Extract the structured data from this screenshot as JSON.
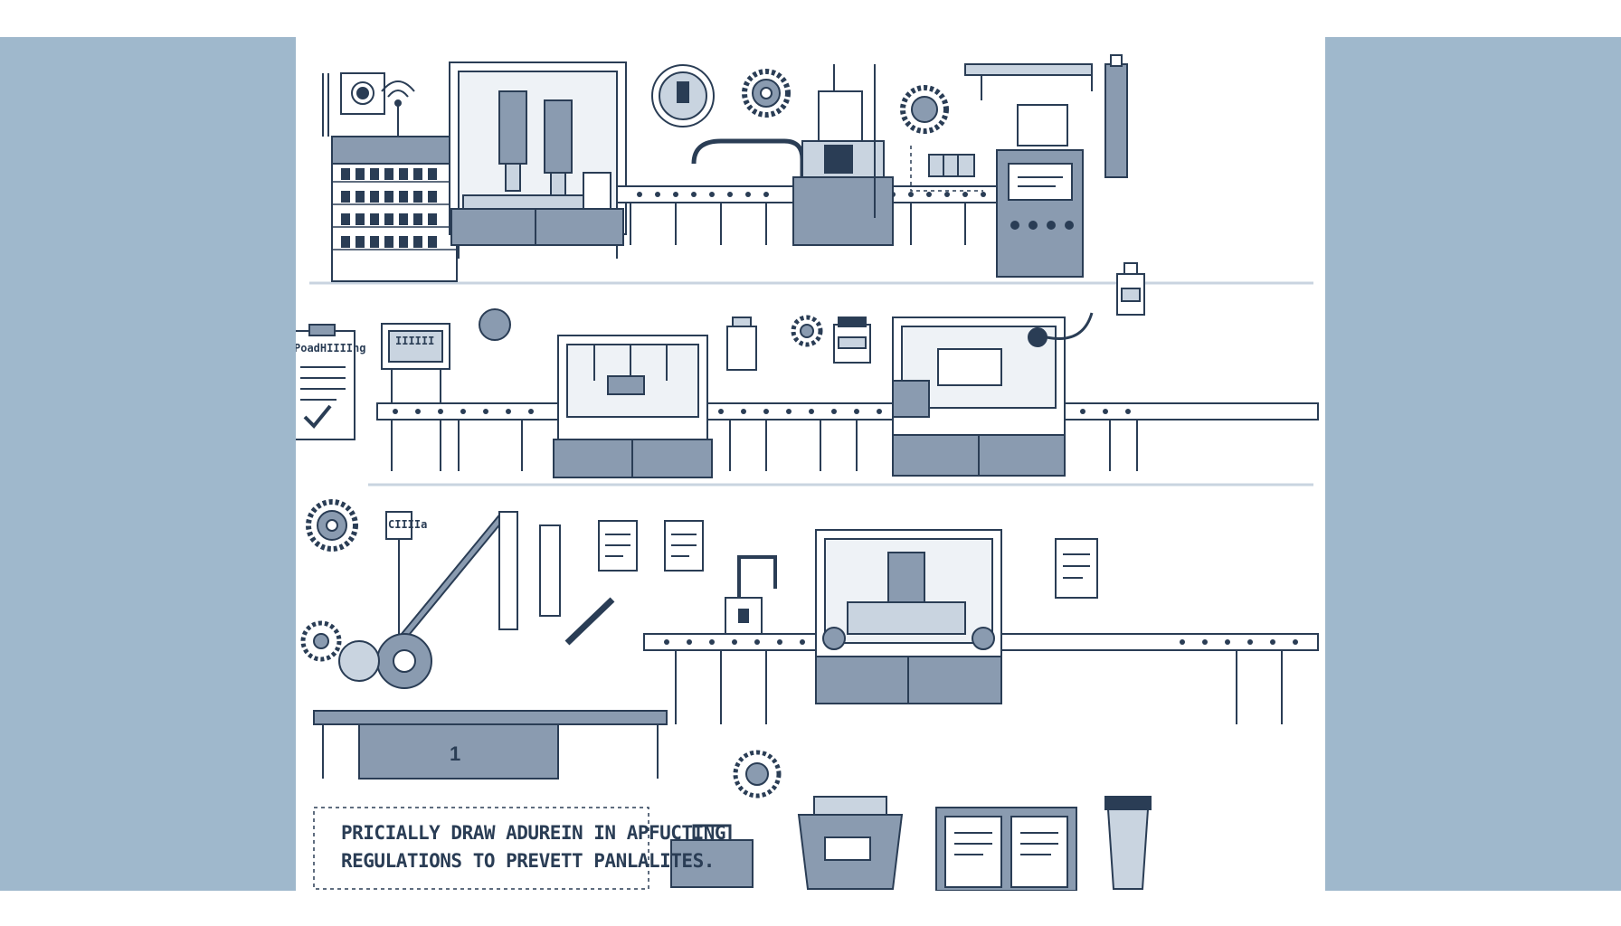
{
  "illustration": {
    "caption_line1": "PRICIALLY DRAW ADUREIN IN APFUCTING",
    "caption_line2": "REGULATIONS TO PREVETT PANLALITES.",
    "clipboard_label": "PoadHIIIIng",
    "machine_label": "CIIIIa",
    "press_number": "1",
    "screen_label": "IIIIII",
    "colors": {
      "side_panel": "#9fb8cc",
      "ink": "#2a3d55",
      "machine_fill": "#8a9bb0",
      "accent_fill": "#c9d4e0"
    }
  }
}
